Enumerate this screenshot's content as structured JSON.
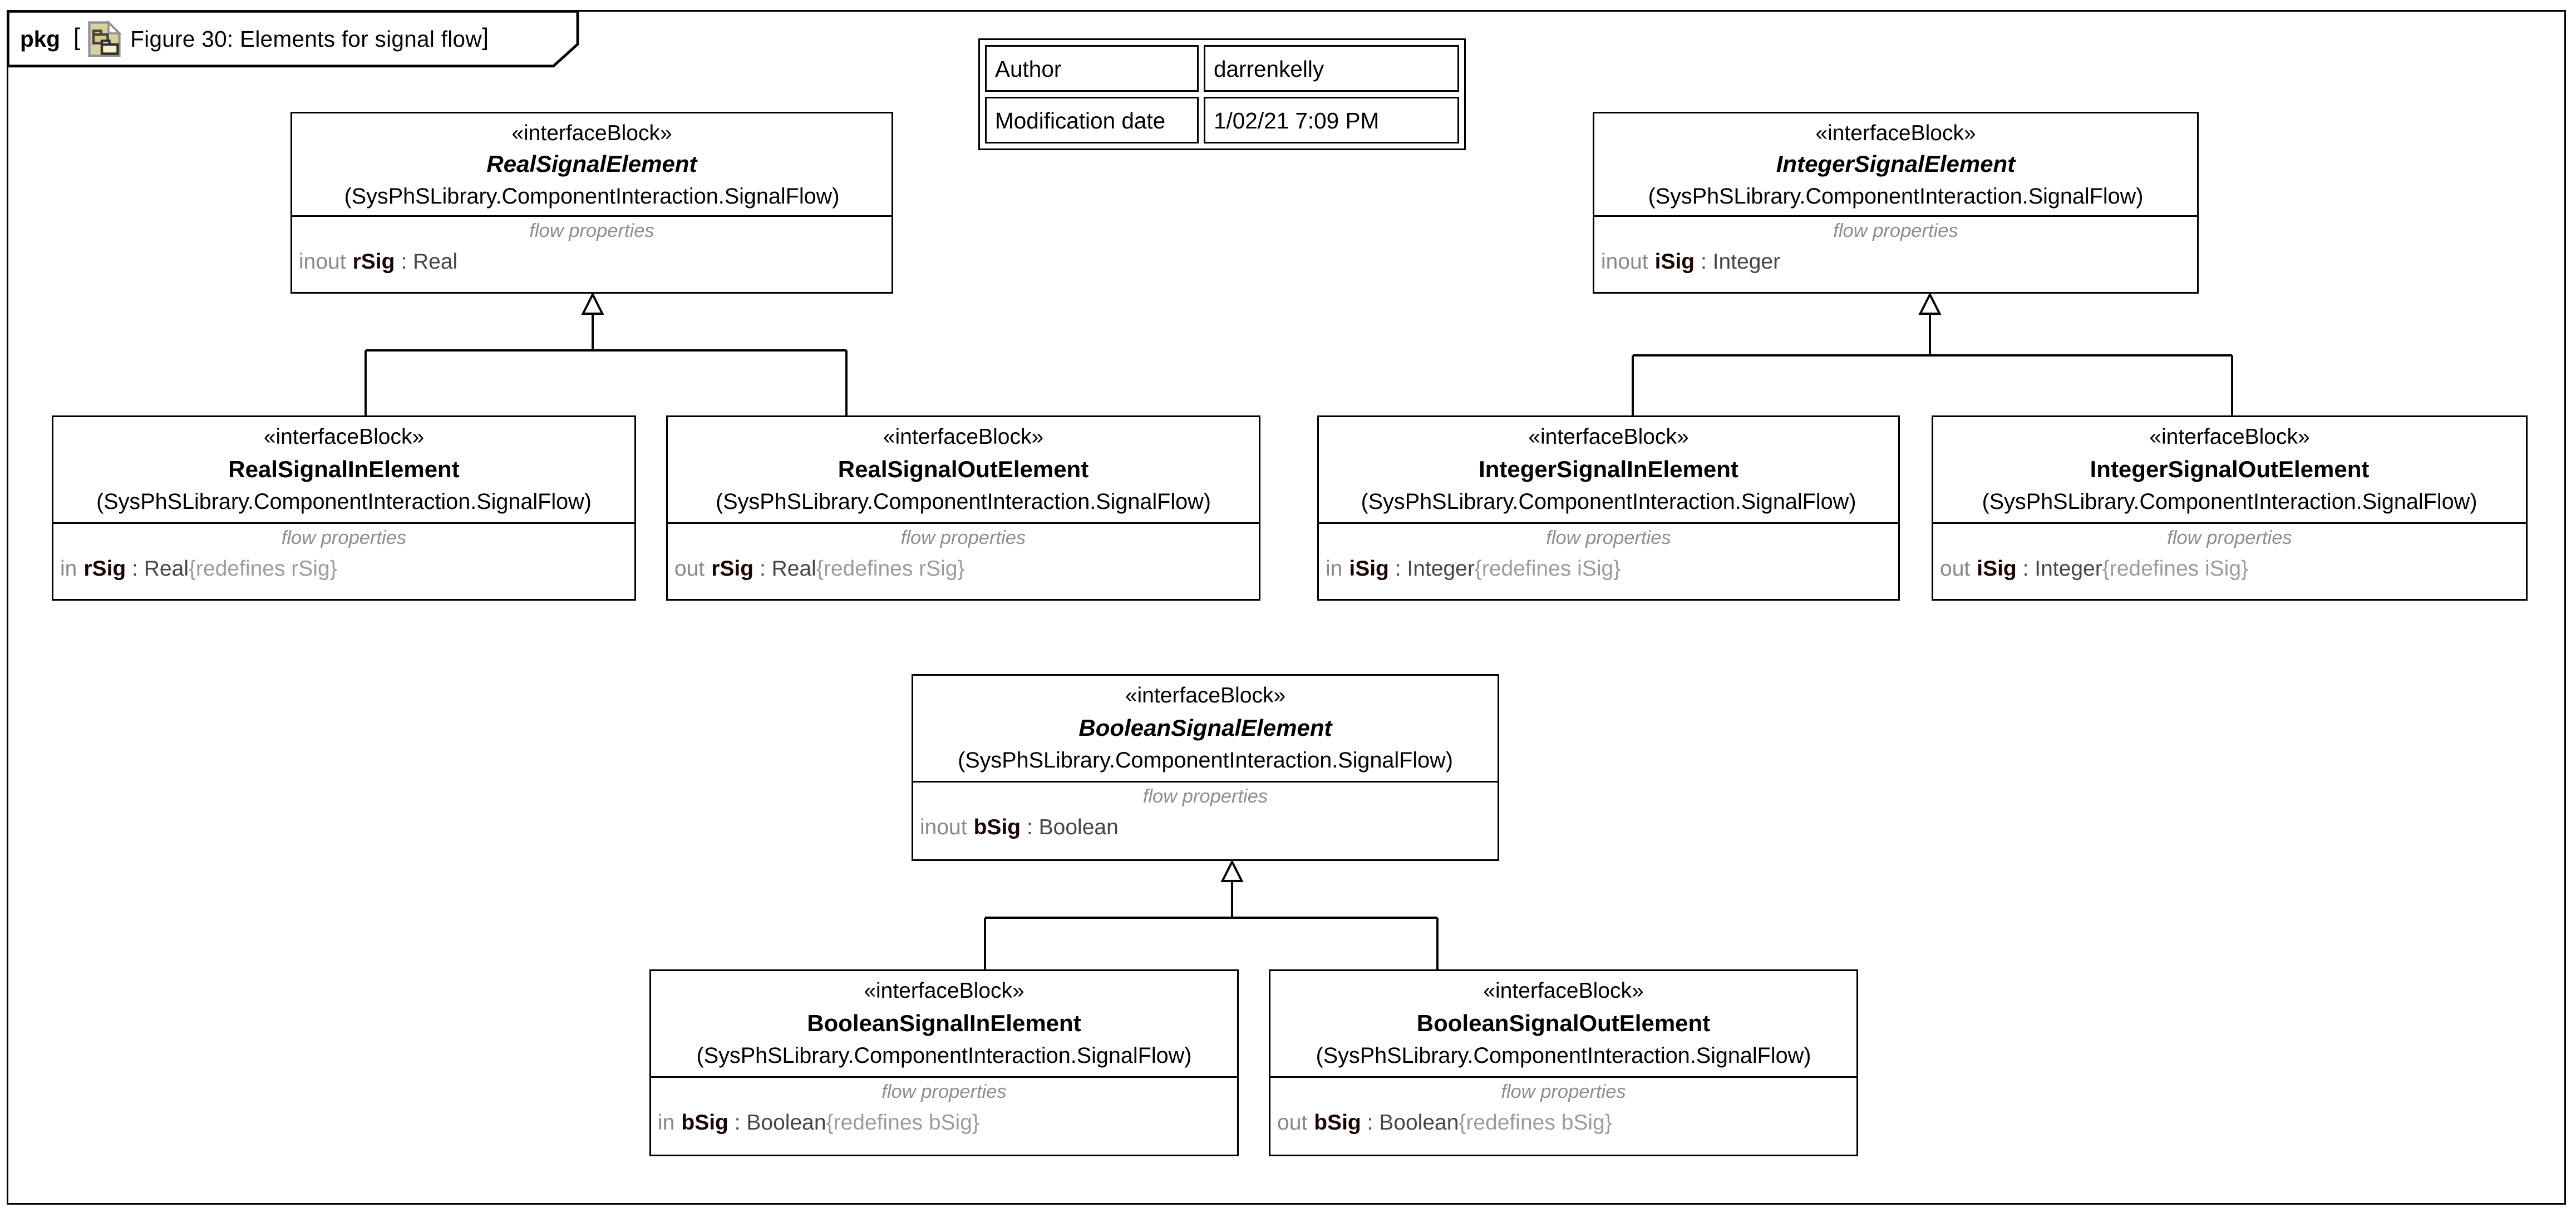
{
  "frame": {
    "keyword": "pkg",
    "open_bracket": "[",
    "close_bracket": "]",
    "diagram_title": "Figure 30: Elements for signal flow",
    "icon": "package-diagram-icon"
  },
  "info_table": {
    "rows": [
      {
        "label": "Author",
        "value": "darrenkelly"
      },
      {
        "label": "Modification date",
        "value": "1/02/21 7:09 PM"
      }
    ]
  },
  "colors": {
    "line": "#000000",
    "direction_gray": "#878787",
    "redefines_gray": "#9b9b9b",
    "compartment_label_gray": "#8d8d8d",
    "icon_tan": "#dccf9f"
  },
  "blocks": [
    {
      "id": "RealSignalElement",
      "stereotype": "«interfaceBlock»",
      "name": "RealSignalElement",
      "abstract": true,
      "package": "(SysPhSLibrary.ComponentInteraction.SignalFlow)",
      "compartment_label": "flow properties",
      "property": {
        "direction": "inout",
        "name": "rSig",
        "type_text": " : Real",
        "redefines_text": ""
      }
    },
    {
      "id": "RealSignalInElement",
      "stereotype": "«interfaceBlock»",
      "name": "RealSignalInElement",
      "abstract": false,
      "package": "(SysPhSLibrary.ComponentInteraction.SignalFlow)",
      "compartment_label": "flow properties",
      "property": {
        "direction": "in",
        "name": "rSig",
        "type_text": " : Real",
        "redefines_text": "{redefines rSig}"
      }
    },
    {
      "id": "RealSignalOutElement",
      "stereotype": "«interfaceBlock»",
      "name": "RealSignalOutElement",
      "abstract": false,
      "package": "(SysPhSLibrary.ComponentInteraction.SignalFlow)",
      "compartment_label": "flow properties",
      "property": {
        "direction": "out",
        "name": "rSig",
        "type_text": " : Real",
        "redefines_text": "{redefines rSig}"
      }
    },
    {
      "id": "IntegerSignalElement",
      "stereotype": "«interfaceBlock»",
      "name": "IntegerSignalElement",
      "abstract": true,
      "package": "(SysPhSLibrary.ComponentInteraction.SignalFlow)",
      "compartment_label": "flow properties",
      "property": {
        "direction": "inout",
        "name": "iSig",
        "type_text": " : Integer",
        "redefines_text": ""
      }
    },
    {
      "id": "IntegerSignalInElement",
      "stereotype": "«interfaceBlock»",
      "name": "IntegerSignalInElement",
      "abstract": false,
      "package": "(SysPhSLibrary.ComponentInteraction.SignalFlow)",
      "compartment_label": "flow properties",
      "property": {
        "direction": "in",
        "name": "iSig",
        "type_text": " : Integer",
        "redefines_text": "{redefines iSig}"
      }
    },
    {
      "id": "IntegerSignalOutElement",
      "stereotype": "«interfaceBlock»",
      "name": "IntegerSignalOutElement",
      "abstract": false,
      "package": "(SysPhSLibrary.ComponentInteraction.SignalFlow)",
      "compartment_label": "flow properties",
      "property": {
        "direction": "out",
        "name": "iSig",
        "type_text": " : Integer",
        "redefines_text": "{redefines iSig}"
      }
    },
    {
      "id": "BooleanSignalElement",
      "stereotype": "«interfaceBlock»",
      "name": "BooleanSignalElement",
      "abstract": true,
      "package": "(SysPhSLibrary.ComponentInteraction.SignalFlow)",
      "compartment_label": "flow properties",
      "property": {
        "direction": "inout",
        "name": "bSig",
        "type_text": " : Boolean",
        "redefines_text": ""
      }
    },
    {
      "id": "BooleanSignalInElement",
      "stereotype": "«interfaceBlock»",
      "name": "BooleanSignalInElement",
      "abstract": false,
      "package": "(SysPhSLibrary.ComponentInteraction.SignalFlow)",
      "compartment_label": "flow properties",
      "property": {
        "direction": "in",
        "name": "bSig",
        "type_text": " : Boolean",
        "redefines_text": "{redefines bSig}"
      }
    },
    {
      "id": "BooleanSignalOutElement",
      "stereotype": "«interfaceBlock»",
      "name": "BooleanSignalOutElement",
      "abstract": false,
      "package": "(SysPhSLibrary.ComponentInteraction.SignalFlow)",
      "compartment_label": "flow properties",
      "property": {
        "direction": "out",
        "name": "bSig",
        "type_text": " : Boolean",
        "redefines_text": "{redefines bSig}"
      }
    }
  ],
  "generalizations": [
    {
      "child": "RealSignalInElement",
      "parent": "RealSignalElement"
    },
    {
      "child": "RealSignalOutElement",
      "parent": "RealSignalElement"
    },
    {
      "child": "IntegerSignalInElement",
      "parent": "IntegerSignalElement"
    },
    {
      "child": "IntegerSignalOutElement",
      "parent": "IntegerSignalElement"
    },
    {
      "child": "BooleanSignalInElement",
      "parent": "BooleanSignalElement"
    },
    {
      "child": "BooleanSignalOutElement",
      "parent": "BooleanSignalElement"
    }
  ]
}
